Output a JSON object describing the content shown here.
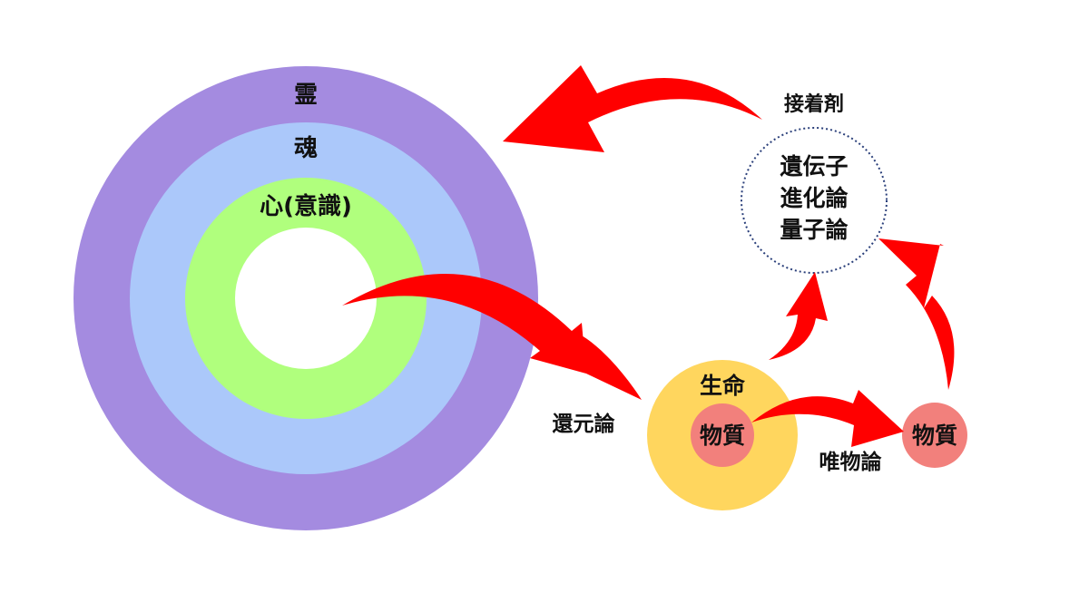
{
  "rings": {
    "outer_label": "霊",
    "middle_label": "魂",
    "inner_label": "心(意識)"
  },
  "life": {
    "label": "生命",
    "core_label": "物質"
  },
  "matter": {
    "label": "物質"
  },
  "arrows": {
    "reductionism_label": "還元論",
    "materialism_label": "唯物論",
    "glue_label": "接着剤"
  },
  "glue_circle": {
    "lines": [
      "遺伝子",
      "進化論",
      "量子論"
    ]
  },
  "colors": {
    "outer_ring": "#a48be0",
    "middle_ring": "#abc8fa",
    "inner_ring": "#b0ff7d",
    "life_circle": "#ffd65e",
    "matter_circle": "#f2807c",
    "arrow": "#ff0000",
    "glue_circle_border": "#2a3f7a"
  }
}
